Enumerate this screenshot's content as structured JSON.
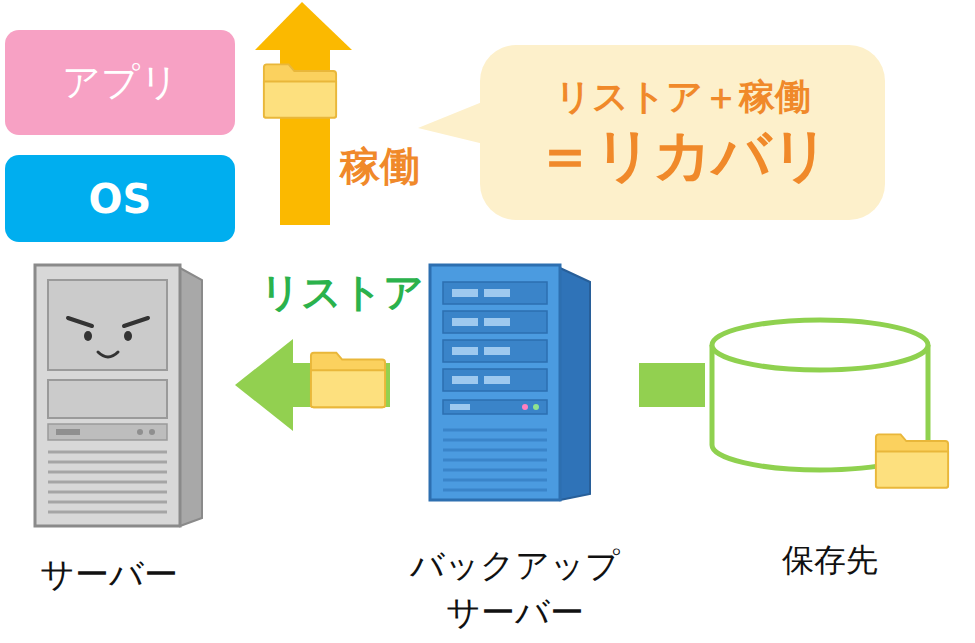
{
  "diagram": {
    "nodes": [
      {
        "text": [
          "アプリ"
        ]
      },
      {
        "text": [
          "OS"
        ]
      },
      {
        "text": [
          "リストア＋稼働",
          "＝リカバリ"
        ]
      },
      {
        "text": [
          "サーバー"
        ]
      },
      {
        "text": [
          "バックアップ サーバー"
        ]
      },
      {
        "text": [
          "保存先"
        ]
      }
    ],
    "edges": [
      {
        "from": 5,
        "to": 4,
        "arrow": "none"
      },
      {
        "from": 4,
        "to": 3,
        "arrow": "to",
        "label": "リストア"
      }
    ],
    "labels": [
      "稼働"
    ]
  }
}
